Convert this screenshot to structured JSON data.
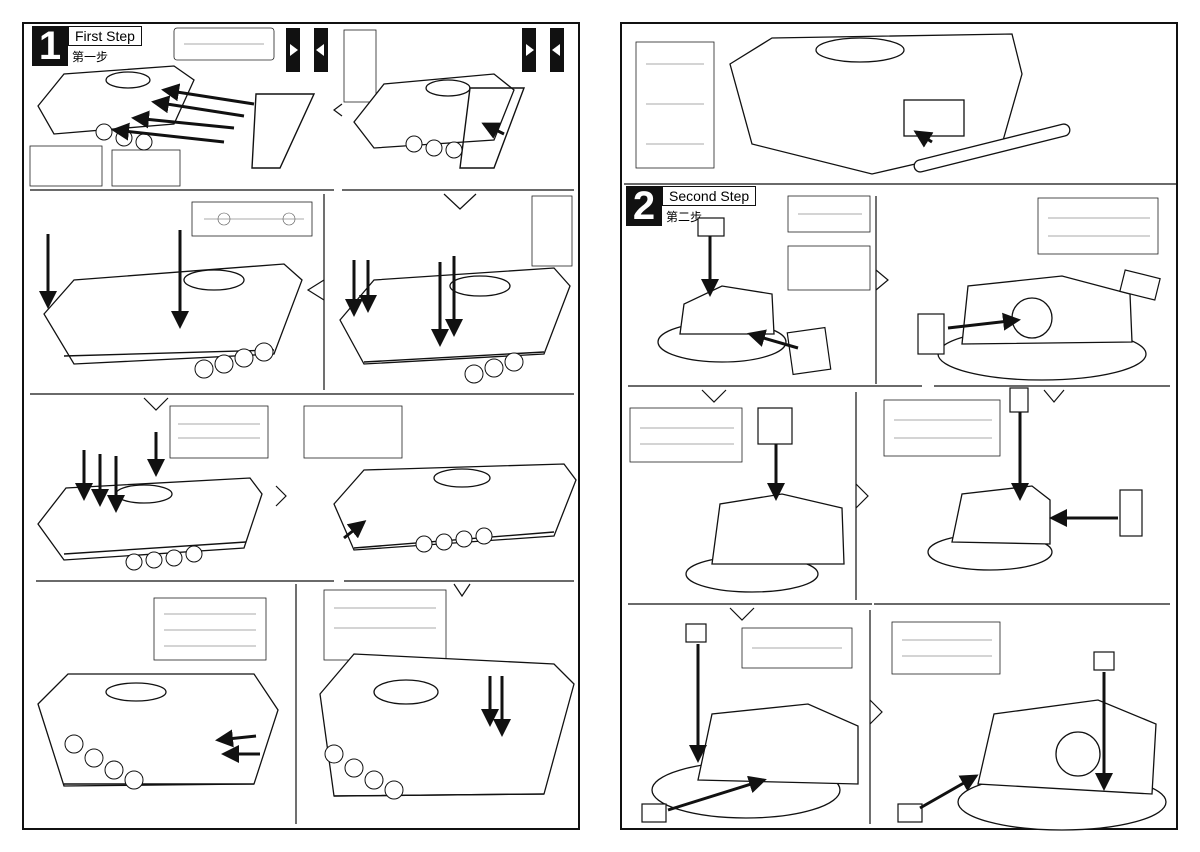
{
  "steps": {
    "first": {
      "number": "1",
      "title": "First Step",
      "subtitle": "第一步"
    },
    "second": {
      "number": "2",
      "title": "Second Step",
      "subtitle": "第二步"
    }
  },
  "icons": [
    "hull-icon",
    "track-icon",
    "sprue-icon",
    "turret-icon",
    "arrow-icon",
    "flag-icon",
    "component-icon"
  ]
}
